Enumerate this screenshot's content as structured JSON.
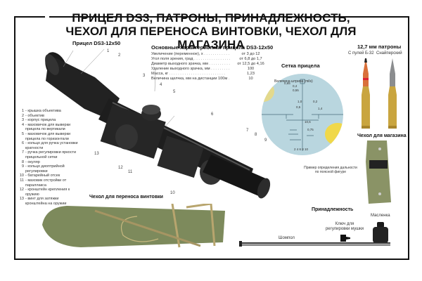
{
  "title": {
    "line1": "ПРИЦЕЛ DS3, ПАТРОНЫ, ПРИНАДЛЕЖНОСТЬ,",
    "line2": "ЧЕХОЛ ДЛЯ ПЕРЕНОСА ВИНТОВКИ, ЧЕХОЛ ДЛЯ МАГАЗИНА"
  },
  "scope_section": {
    "heading": "Прицел DS3-12x50",
    "callouts": [
      "1",
      "2",
      "3",
      "4",
      "5",
      "6",
      "7",
      "8",
      "9",
      "10",
      "11",
      "12",
      "13"
    ]
  },
  "specs": {
    "heading": "Основные характеристики прицела DS3-12x50",
    "rows": [
      {
        "k": "Увеличение (переменное), х",
        "v": "от 3 до 12"
      },
      {
        "k": "Угол поля зрения, град",
        "v": "от 6,8 до 1,7"
      },
      {
        "k": "Диаметр выходного зрачка, мм",
        "v": "от 12,5 до 4,16"
      },
      {
        "k": "Удаление выходного зрачка, мм",
        "v": "100"
      },
      {
        "k": "Масса, кг",
        "v": "1,23"
      },
      {
        "k": "Величина щелчка, мм на дистанции 100м",
        "v": "10"
      }
    ]
  },
  "legend": {
    "items": [
      {
        "n": "1",
        "t": "крышка объектива"
      },
      {
        "n": "2",
        "t": "объектив"
      },
      {
        "n": "3",
        "t": "корпус прицела"
      },
      {
        "n": "4",
        "t": "маховичок для выверки прицела по вертикали"
      },
      {
        "n": "5",
        "t": "маховичок для выверки прицела по горизонтали"
      },
      {
        "n": "6",
        "t": "кольцо для ручка установки кратности"
      },
      {
        "n": "7",
        "t": "ручка регулировки яркости прицельной сетки"
      },
      {
        "n": "8",
        "t": "окуляр"
      },
      {
        "n": "9",
        "t": "кольцо диоптрийной регулировки"
      },
      {
        "n": "10",
        "t": "батарейный отсек"
      },
      {
        "n": "11",
        "t": "маховик отстройки от параллакса"
      },
      {
        "n": "12",
        "t": "кронштейн крепления к оружию"
      },
      {
        "n": "13",
        "t": "винт для затяжки кронштейна на оружии"
      }
    ]
  },
  "reticle": {
    "heading": "Сетка прицела",
    "mils_label": "Величина штриха (mils)",
    "mils_values": [
      "0,65",
      "0,4",
      "0,55"
    ],
    "marks": [
      "1,0",
      "0,2",
      "0,5",
      "1,4",
      "10,6",
      "0,75"
    ],
    "scale": "2  4  6    8  10",
    "range_caption": "Пример определения дальности по поясной фигуре"
  },
  "cartridges": {
    "heading": "12,7 мм патроны",
    "left_label": "С пулей Б-32",
    "right_label": "Снайперский"
  },
  "mag_pouch": {
    "heading": "Чехол для магазина"
  },
  "rifle_case": {
    "heading": "Чехол для переноса винтовки"
  },
  "accessories": {
    "heading": "Принадлежность",
    "rod": "Шомпол",
    "key": "Ключ для регулировки мушки",
    "oiler": "Масленка"
  },
  "colors": {
    "reticle_bg": "#b9d6df",
    "olive": "#7d8a5c",
    "brass": "#c9a53f",
    "frame": "#111111"
  }
}
